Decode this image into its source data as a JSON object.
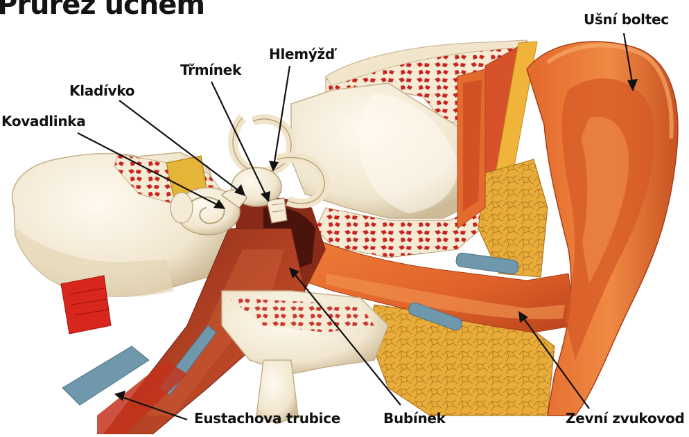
{
  "title": "Průřez uchem",
  "labels": {
    "pinna": "Ušní boltec",
    "cochlea": "Hlemýžď",
    "stapes": "Třmínek",
    "malleus": "Kladívko",
    "incus": "Kovadlinka",
    "eustachian_tube": "Eustachova trubice",
    "eardrum": "Bubínek",
    "ear_canal": "Zevní zvukovod"
  },
  "colors": {
    "bone": "#f4ead6",
    "bone_shade": "#d9c9ab",
    "spongy_red": "#c8231e",
    "skin_orange": "#e2672a",
    "skin_dark": "#b9431c",
    "fat_yellow": "#e8b13c",
    "canal_blue": "#6f98ad",
    "muscle_red": "#d8261d"
  }
}
